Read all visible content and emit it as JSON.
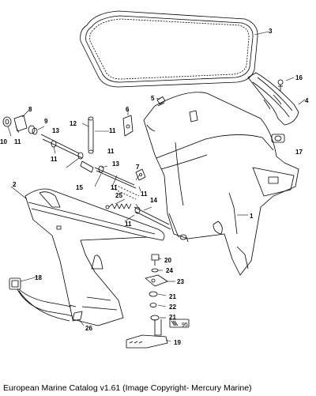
{
  "callouts": [
    {
      "id": "c1",
      "label": "1"
    },
    {
      "id": "c2",
      "label": "2"
    },
    {
      "id": "c3",
      "label": "3"
    },
    {
      "id": "c4",
      "label": "4"
    },
    {
      "id": "c5",
      "label": "5"
    },
    {
      "id": "c6",
      "label": "6"
    },
    {
      "id": "c7",
      "label": "7"
    },
    {
      "id": "c8",
      "label": "8"
    },
    {
      "id": "c9",
      "label": "9"
    },
    {
      "id": "c10",
      "label": "10"
    },
    {
      "id": "c11a",
      "label": "11"
    },
    {
      "id": "c11b",
      "label": "11"
    },
    {
      "id": "c11c",
      "label": "11"
    },
    {
      "id": "c11d",
      "label": "11"
    },
    {
      "id": "c11e",
      "label": "11"
    },
    {
      "id": "c11f",
      "label": "11"
    },
    {
      "id": "c11g",
      "label": "11"
    },
    {
      "id": "c12",
      "label": "12"
    },
    {
      "id": "c13a",
      "label": "13"
    },
    {
      "id": "c13b",
      "label": "13"
    },
    {
      "id": "c14",
      "label": "14"
    },
    {
      "id": "c15",
      "label": "15"
    },
    {
      "id": "c16",
      "label": "16"
    },
    {
      "id": "c17",
      "label": "17"
    },
    {
      "id": "c18",
      "label": "18"
    },
    {
      "id": "c19",
      "label": "19"
    },
    {
      "id": "c20",
      "label": "20"
    },
    {
      "id": "c21a",
      "label": "21"
    },
    {
      "id": "c21b",
      "label": "21"
    },
    {
      "id": "c22",
      "label": "22"
    },
    {
      "id": "c23",
      "label": "23"
    },
    {
      "id": "c24",
      "label": "24"
    },
    {
      "id": "c25",
      "label": "25"
    },
    {
      "id": "c26",
      "label": "26"
    },
    {
      "id": "c95",
      "label": "95"
    }
  ],
  "caption": "European Marine Catalog v1.61 (Image Copyright- Mercury Marine)"
}
